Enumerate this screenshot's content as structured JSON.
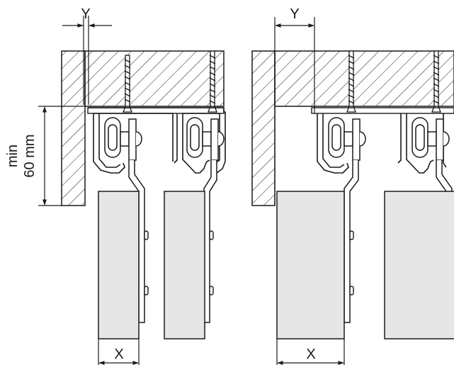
{
  "labels": {
    "y_left": "Y",
    "y_right": "Y",
    "x_left": "X",
    "x_right": "X",
    "height_min": "min",
    "height_value": "60 mm"
  },
  "colors": {
    "line": "#1a1a1a",
    "panel_fill": "#e6e6e6",
    "background": "#ffffff"
  }
}
